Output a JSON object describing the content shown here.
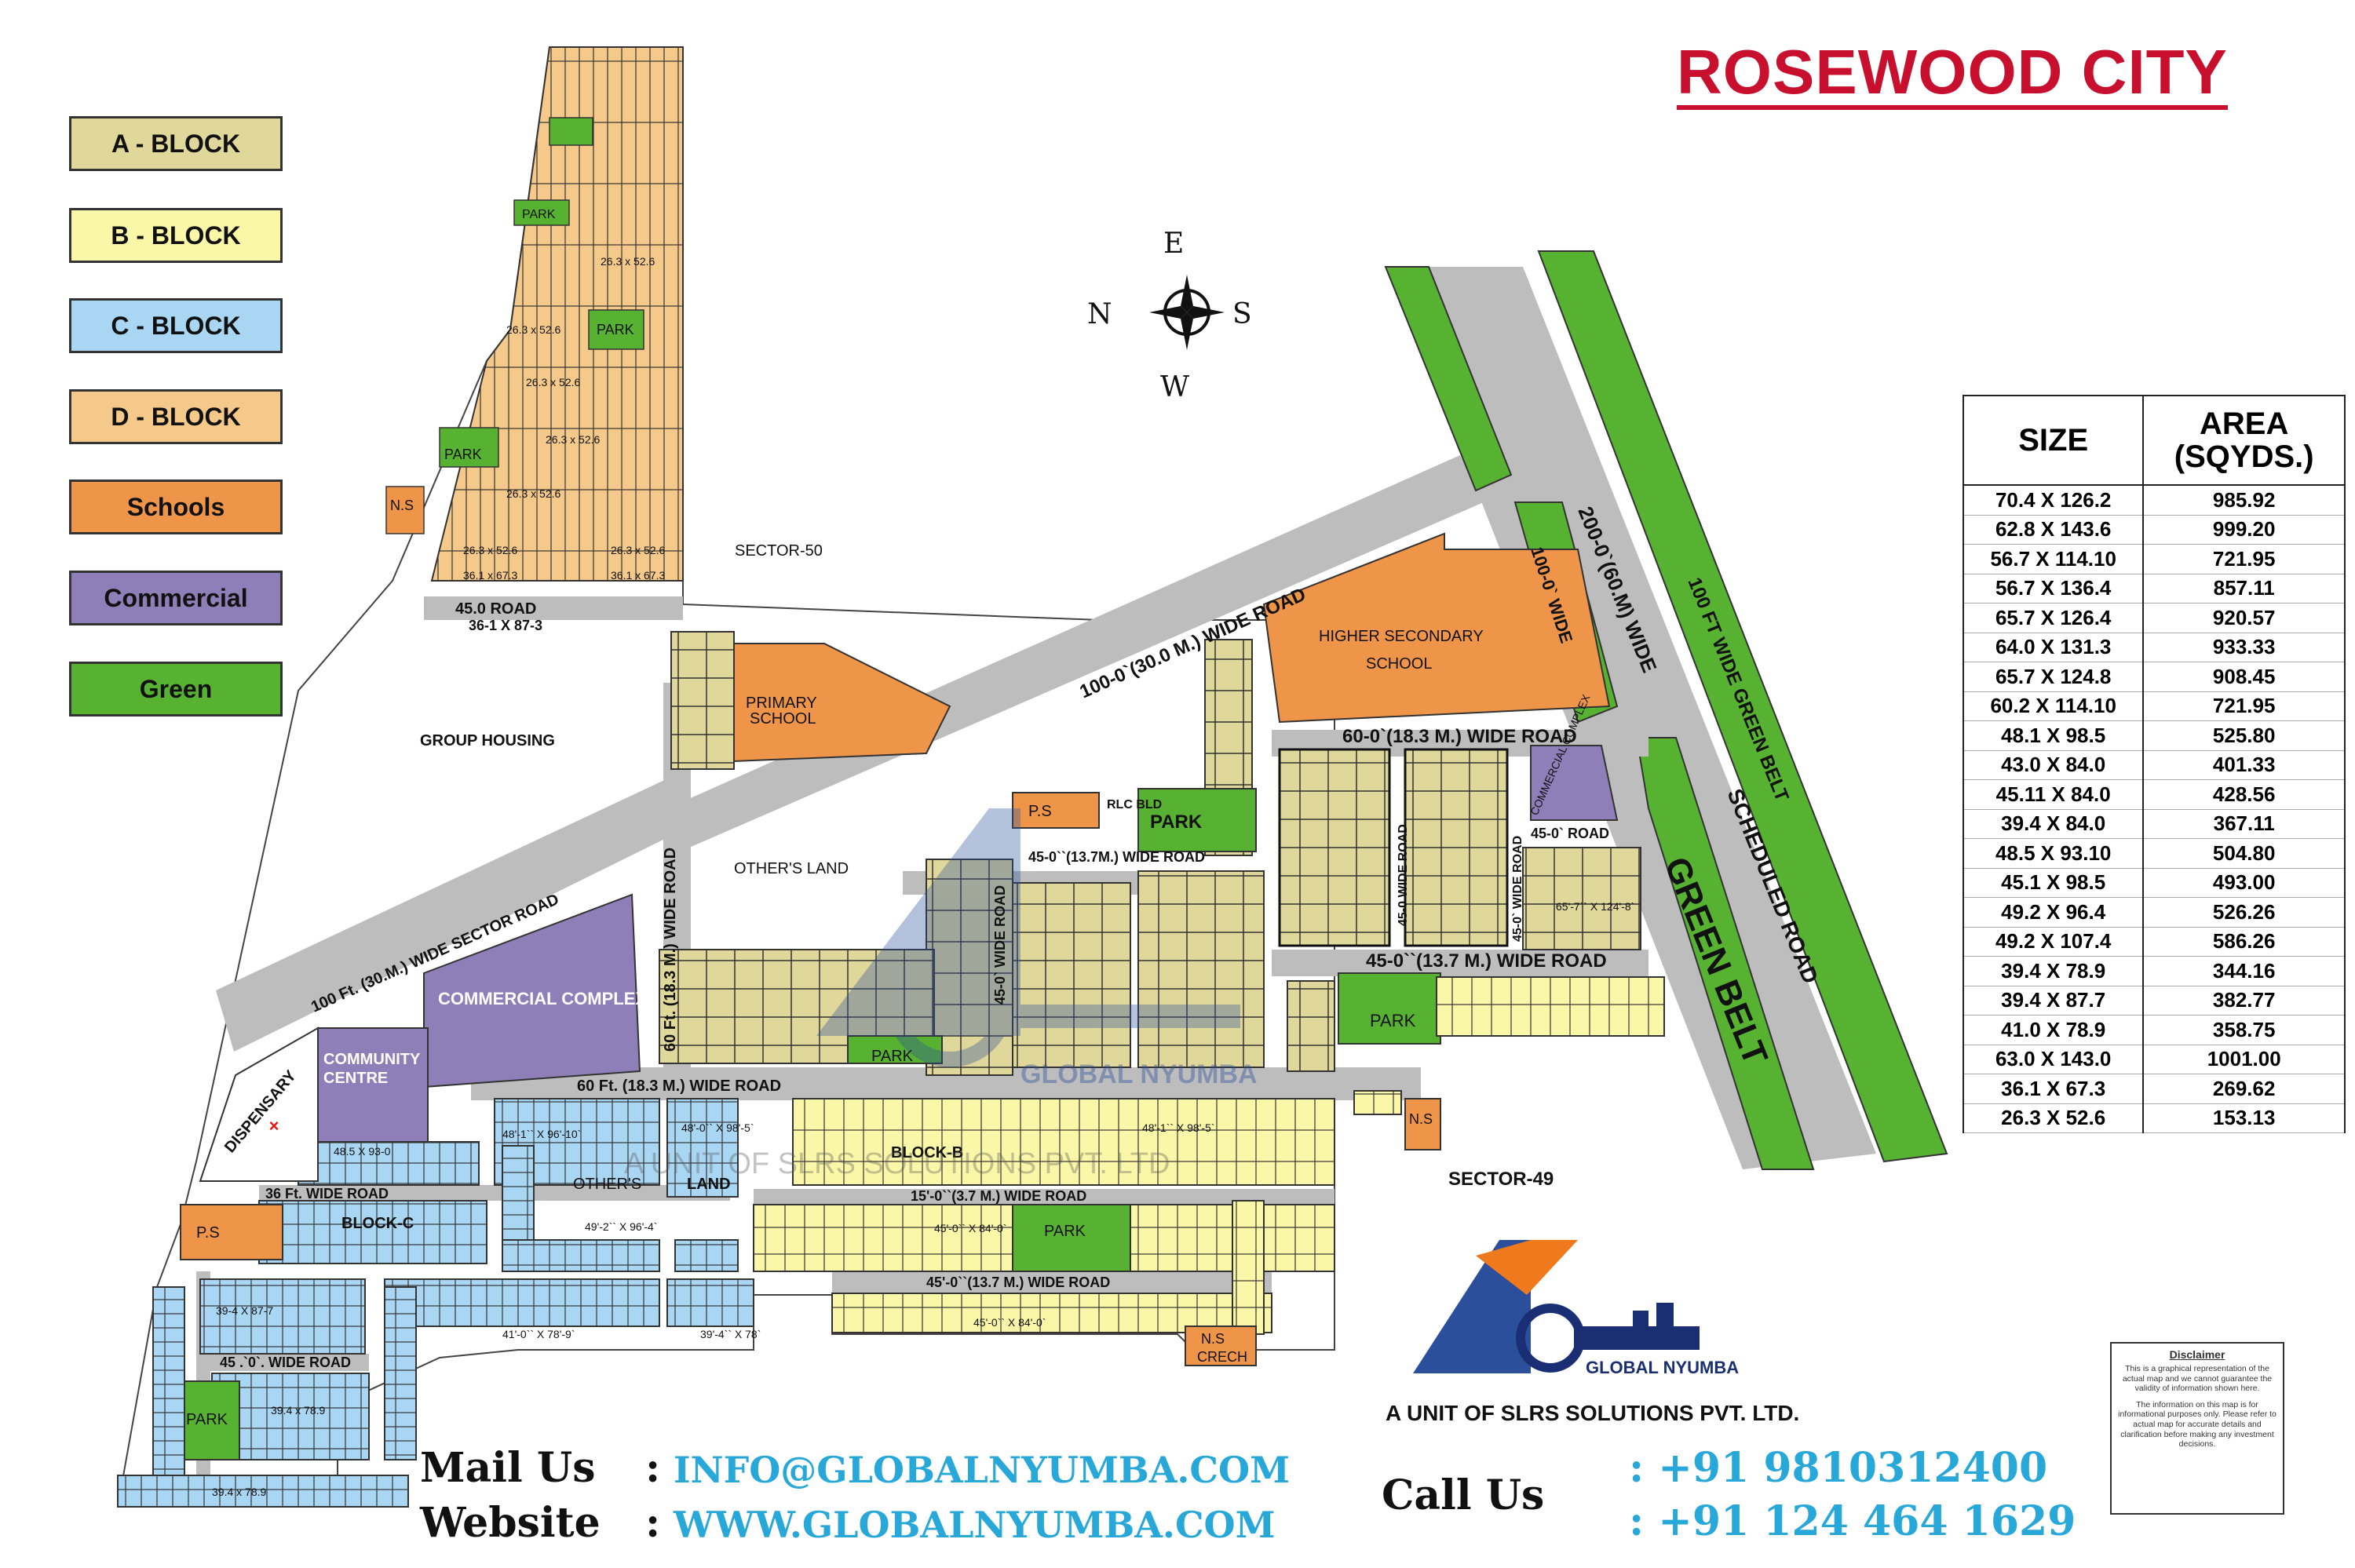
{
  "title": "ROSEWOOD CITY",
  "legend": [
    {
      "label": "A - BLOCK",
      "color": "#e0d79a"
    },
    {
      "label": "B - BLOCK",
      "color": "#fbf7a8"
    },
    {
      "label": "C - BLOCK",
      "color": "#a9d6f3"
    },
    {
      "label": "D - BLOCK",
      "color": "#f4c98a"
    },
    {
      "label": "Schools",
      "color": "#ef9549"
    },
    {
      "label": "Commercial",
      "color": "#8e7fb8"
    },
    {
      "label": "Green",
      "color": "#58b232"
    }
  ],
  "compass": {
    "n": "N",
    "s": "S",
    "e": "E",
    "w": "W"
  },
  "area_table": {
    "header_size": "SIZE",
    "header_area_1": "AREA",
    "header_area_2": "(SQYDS.)",
    "rows": [
      [
        "70.4 X 126.2",
        "985.92"
      ],
      [
        "62.8 X 143.6",
        "999.20"
      ],
      [
        "56.7 X 114.10",
        "721.95"
      ],
      [
        "56.7 X 136.4",
        "857.11"
      ],
      [
        "65.7 X 126.4",
        "920.57"
      ],
      [
        "64.0 X 131.3",
        "933.33"
      ],
      [
        "65.7 X 124.8",
        "908.45"
      ],
      [
        "60.2 X 114.10",
        "721.95"
      ],
      [
        "48.1 X 98.5",
        "525.80"
      ],
      [
        "43.0 X 84.0",
        "401.33"
      ],
      [
        "45.11 X 84.0",
        "428.56"
      ],
      [
        "39.4 X 84.0",
        "367.11"
      ],
      [
        "48.5 X 93.10",
        "504.80"
      ],
      [
        "45.1 X 98.5",
        "493.00"
      ],
      [
        "49.2 X 96.4",
        "526.26"
      ],
      [
        "49.2 X 107.4",
        "586.26"
      ],
      [
        "39.4 X 78.9",
        "344.16"
      ],
      [
        "39.4 X 87.7",
        "382.77"
      ],
      [
        "41.0 X 78.9",
        "358.75"
      ],
      [
        "63.0 X 143.0",
        "1001.00"
      ],
      [
        "36.1 X 67.3",
        "269.62"
      ],
      [
        "26.3 X 52.6",
        "153.13"
      ]
    ]
  },
  "map_labels": {
    "road_100ft_wide": "100-0`(30.0 M.) WIDE ROAD",
    "road_sector": "100 Ft. (30.M.) WIDE SECTOR ROAD",
    "road_200": "200-0`(60.M) WIDE",
    "road_100_wide": "100-0` WIDE",
    "green_belt_100": "100 FT WIDE GREEN BELT",
    "scheduled_road": "SCHEDULED ROAD",
    "green_belt": "GREEN BELT",
    "road_60_183_a": "60-0`(18.3 M.) WIDE ROAD",
    "road_60_183_b": "60 Ft. (18.3 M.) WIDE ROAD",
    "road_60_183_c": "60 Ft. (18.3 M.) WIDE ROAD",
    "road_45_137_a": "45-0``(13.7 M.) WIDE ROAD",
    "road_45_137_b": "45-0``(13.7M.) WIDE ROAD",
    "road_45_137_c": "45'-0``(13.7 M.) WIDE ROAD",
    "road_15_37": "15'-0``(3.7 M.) WIDE ROAD",
    "road_45": "45.0 ROAD",
    "road_36": "36 Ft. WIDE ROAD",
    "road_45_c": "45 .`0`. WIDE ROAD",
    "road_45_vert_a": "45-0` WIDE ROAD",
    "road_45_vert_b": "45-0 WIDE ROAD",
    "road_45_0": "45-0` ROAD",
    "road_45_vert_c": "45-0` WIDE ROAD",
    "sector_50": "SECTOR-50",
    "sector_49": "SECTOR-49",
    "group_housing": "GROUP HOUSING",
    "others_land_1": "OTHER'S LAND",
    "others_land_2": "OTHER'S",
    "land": "LAND",
    "primary_school_1": "PRIMARY",
    "primary_school_2": "SCHOOL",
    "higher_school_1": "HIGHER SECONDARY",
    "higher_school_2": "SCHOOL",
    "commercial_complex": "COMMERCIAL COMPLEX",
    "commercial_complex_small": "COMMERCIAL COMPLEX",
    "community_centre_1": "COMMUNITY",
    "community_centre_2": "CENTRE",
    "dispensary": "DISPENSARY",
    "park": "PARK",
    "ps": "P.S",
    "ns": "N.S",
    "ns_crech_1": "N.S",
    "ns_crech_2": "CRECH",
    "block_c": "BLOCK-C",
    "block_b": "BLOCK-B",
    "rlc_bld": "RLC BLD",
    "dim_36_1": "36-1 X 87-3",
    "dim_26": "26.3 x 52.6",
    "dim_36_67": "36.1 x 67.3",
    "dim_48": "48'-1`` X 96'-10`",
    "dim_49": "49'-2`` X 96'-4`",
    "dim_41": "41'-0`` X 78'-9`",
    "dim_39": "39'-4`` X 78`",
    "dim_39_87": "39-4 X 87-7",
    "dim_39_78": "39.4 x 78.9",
    "dim_45": "45'-0`` X 84'-0`",
    "dim_45b": "45'-0`` X 84'-0`",
    "dim_48b": "48'-1`` X 98'-5`",
    "dim_48c": "48'-0`` X 98'-5`",
    "dim_48_5": "48.5 X 93-0",
    "dim_65": "65'-7`` X 124'-8`"
  },
  "watermark": {
    "brand": "GLOBAL NYUMBA",
    "sub": "A UNIT OF SLRS SOLUTIONS PVT. LTD"
  },
  "branding": {
    "logo_text": "GLOBAL NYUMBA",
    "company": "A UNIT OF SLRS SOLUTIONS PVT. LTD."
  },
  "contact": {
    "mail_label": "Mail Us",
    "mail_value": "INFO@GLOBALNYUMBA.COM",
    "website_label": "Website",
    "website_value": "WWW.GLOBALNYUMBA.COM",
    "call_label": "Call Us",
    "phone_1": ": +91 9810312400",
    "phone_2": ": +91 124 464 1629",
    "colon": ":"
  },
  "disclaimer": {
    "title": "Disclaimer",
    "p1": "This is a graphical representation of the actual map and we cannot guarantee the validity of information shown here.",
    "p2": "The information on this map is for informational purposes only. Please refer to actual map for accurate details and clarification before making any investment decisions."
  }
}
